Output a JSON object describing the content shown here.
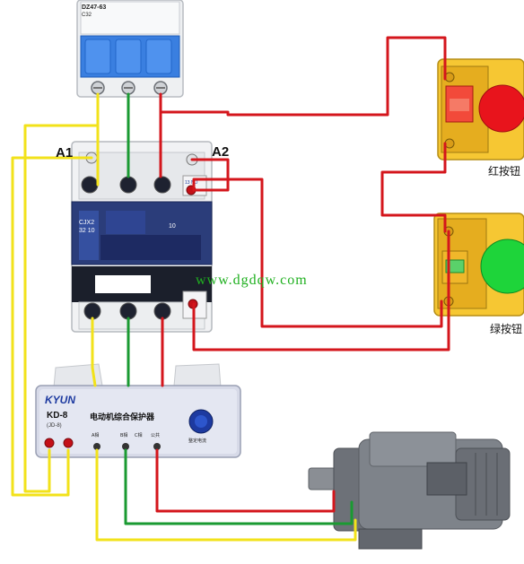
{
  "breaker": {
    "model": "DZ47-63",
    "rating": "C32"
  },
  "contactor": {
    "terminal_a1": "A1",
    "terminal_a2": "A2",
    "model": "CJX2",
    "model_line2": "32 10",
    "aux_marker": "10",
    "aux_terminal": "13 NO"
  },
  "buttons": {
    "red_label": "红按钮",
    "green_label": "绿按钮",
    "red_color": "#e8141c",
    "green_color": "#1ed43a"
  },
  "protector": {
    "brand": "KYUN",
    "model": "KD-8",
    "model_sub": "(JD-8)",
    "title": "电动机综合保护器",
    "phase_labels": [
      "A相",
      "B相",
      "C相",
      "公共"
    ],
    "knob_caption": "整定电流"
  },
  "watermark": "www.dgdqw.com",
  "wire_colors": {
    "yellow": "#f2e21a",
    "green": "#1a9a32",
    "red": "#d4161c",
    "yellow_dark": "#c8b400"
  }
}
